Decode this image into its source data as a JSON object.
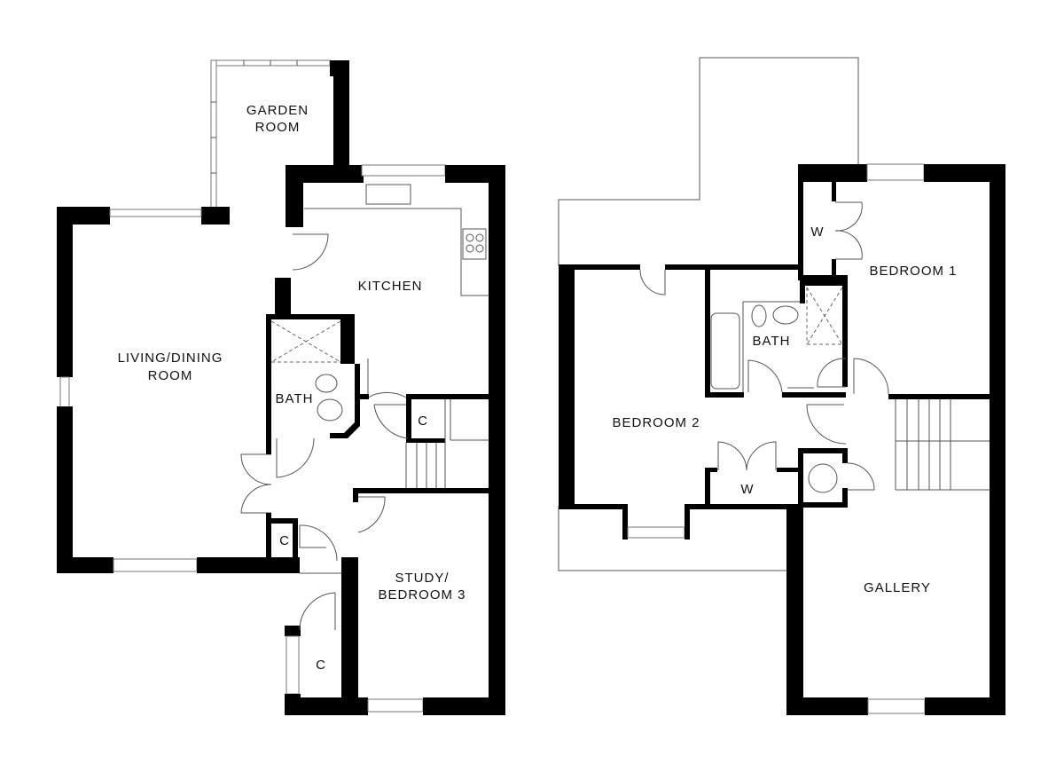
{
  "plans": {
    "ground_floor": {
      "rooms": {
        "garden_room": {
          "line1": "GARDEN",
          "line2": "ROOM"
        },
        "kitchen": "KITCHEN",
        "living_dining": {
          "line1": "LIVING/DINING",
          "line2": "ROOM"
        },
        "bath": "BATH",
        "cupboard_stairs": "C",
        "cupboard_hall": "C",
        "cupboard_porch": "C",
        "study": {
          "line1": "STUDY/",
          "line2": "BEDROOM 3"
        }
      }
    },
    "first_floor": {
      "rooms": {
        "bedroom1": "BEDROOM 1",
        "wardrobe1": "W",
        "bath": "BATH",
        "bedroom2": "BEDROOM 2",
        "wardrobe2": "W",
        "gallery": "GALLERY"
      }
    }
  },
  "colors": {
    "wall": "#000000",
    "line": "#555555",
    "background": "#ffffff"
  }
}
